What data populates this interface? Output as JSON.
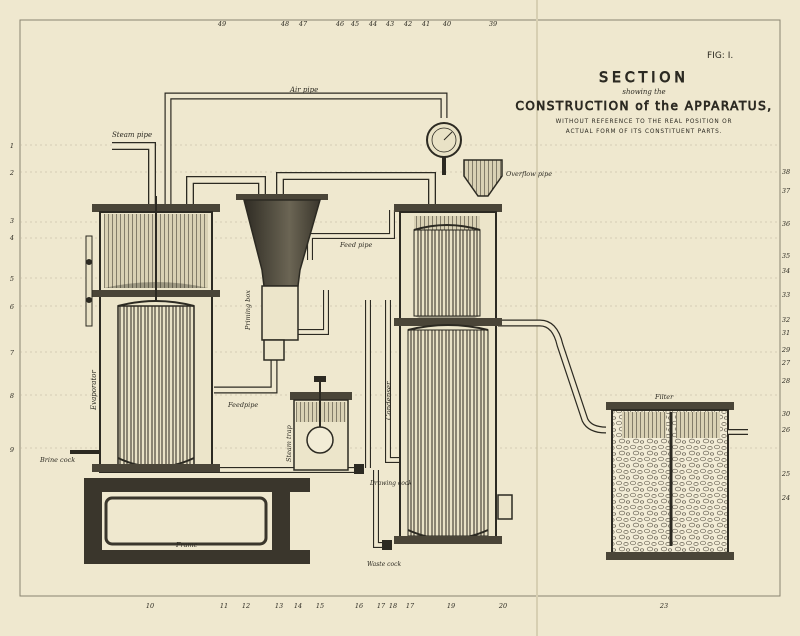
{
  "header": {
    "fig": "FIG: I.",
    "section": "SECTION",
    "showing": "showing the",
    "construction": "CONSTRUCTION of the APPARATUS,",
    "note_line1": "WITHOUT REFERENCE TO THE REAL POSITION OR",
    "note_line2": "ACTUAL FORM OF ITS CONSTITUENT PARTS."
  },
  "top_scale": [
    "49",
    "48",
    "47",
    "46",
    "45",
    "44",
    "43",
    "42",
    "41",
    "40",
    "39"
  ],
  "bottom_scale": [
    "10",
    "11",
    "12",
    "13",
    "14",
    "15",
    "16",
    "17",
    "18",
    "17",
    "19",
    "20",
    "23"
  ],
  "left_scale": [
    "1",
    "2",
    "3",
    "4",
    "5",
    "6",
    "7",
    "8",
    "9"
  ],
  "right_scale": [
    "38",
    "37",
    "36",
    "35",
    "34",
    "33",
    "32",
    "31",
    "29",
    "27",
    "28",
    "30",
    "26",
    "25",
    "24"
  ],
  "labels": {
    "airpipe": "Air pipe",
    "steampipe": "Steam pipe",
    "overflow": "Overflow pipe",
    "feedpipe_upper": "Feed pipe",
    "feedpipe_lower": "Feedpipe",
    "priming_box": "Priming box",
    "steam_trap": "Steam trap",
    "evaporator": "Evaporator",
    "condenser": "Condenser",
    "filter": "Filter",
    "frame": "Frame",
    "brine_cock": "Brine cock",
    "drawing_cock": "Drawing cock",
    "waste_cock": "Waste cock"
  },
  "colors": {
    "paper": "#efe8cf",
    "ink": "#2c2a22",
    "shade": "#5a5548"
  }
}
